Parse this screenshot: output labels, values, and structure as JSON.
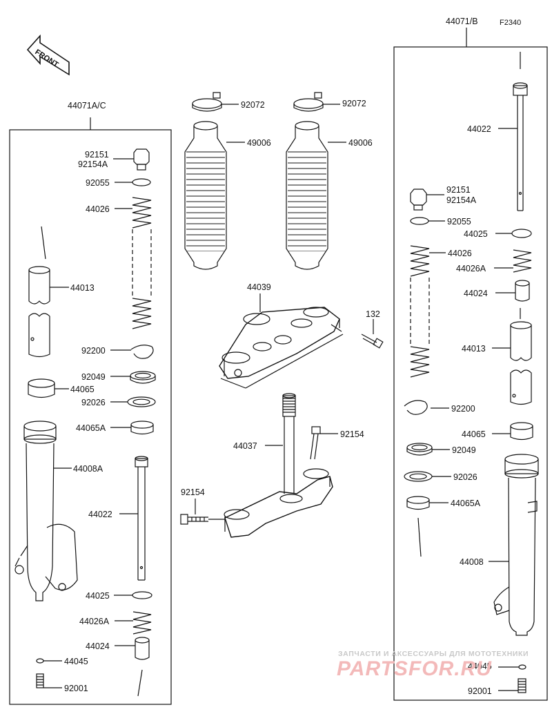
{
  "header": {
    "figure_code": "F2340",
    "front_label": "FRONT"
  },
  "left_assembly": {
    "title": "44071A/C",
    "parts": {
      "p92151": "92151",
      "p92154A": "92154A",
      "p92055": "92055",
      "p44026": "44026",
      "p44013": "44013",
      "p92200": "92200",
      "p92049": "92049",
      "p44065": "44065",
      "p92026": "92026",
      "p44065A": "44065A",
      "p44008A": "44008A",
      "p44022": "44022",
      "p44025": "44025",
      "p44026A": "44026A",
      "p44024": "44024",
      "p44045": "44045",
      "p92001": "92001"
    }
  },
  "center": {
    "parts": {
      "p92072a": "92072",
      "p92072b": "92072",
      "p49006a": "49006",
      "p49006b": "49006",
      "p44039": "44039",
      "p132": "132",
      "p44037": "44037",
      "p92154a": "92154",
      "p92154b": "92154"
    }
  },
  "right_assembly": {
    "title": "44071/B",
    "parts": {
      "p44022": "44022",
      "p92151": "92151",
      "p92154A": "92154A",
      "p92055": "92055",
      "p44025": "44025",
      "p44026": "44026",
      "p44026A": "44026A",
      "p44024": "44024",
      "p44013": "44013",
      "p92200": "92200",
      "p44065": "44065",
      "p92049": "92049",
      "p92026": "92026",
      "p44065A": "44065A",
      "p44008": "44008",
      "p44045": "44045",
      "p92001": "92001"
    }
  },
  "watermark": {
    "line1": "ЗАПЧАСТИ И АКСЕССУАРЫ ДЛЯ МОТОТЕХНИКИ",
    "line2": "PARTSFOR.RU"
  }
}
